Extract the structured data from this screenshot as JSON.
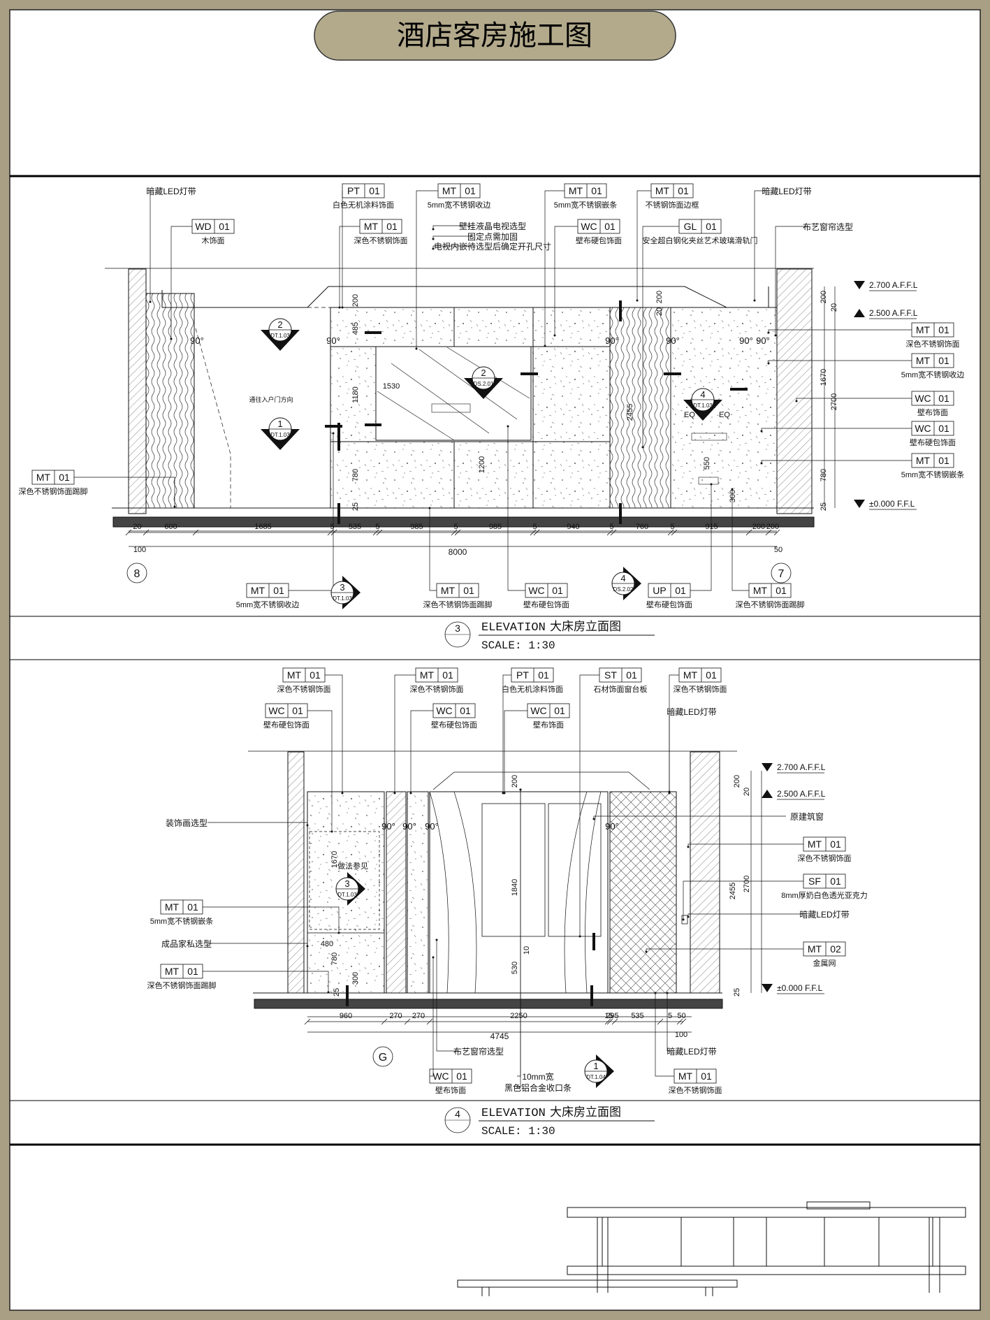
{
  "sheet_title": "酒店客房施工图",
  "elevation3": {
    "callouts": [
      {
        "code": "",
        "num": "",
        "text": "暗藏LED灯带"
      },
      {
        "code": "WD",
        "num": "01",
        "text": "木饰面"
      },
      {
        "code": "PT",
        "num": "01",
        "text": "白色无机涂料饰面"
      },
      {
        "code": "MT",
        "num": "01",
        "text": "深色不锈钢饰面"
      },
      {
        "code": "MT",
        "num": "01",
        "text": "5mm宽不锈钢收边"
      },
      {
        "code": "",
        "num": "",
        "text": "壁挂液晶电视选型"
      },
      {
        "code": "",
        "num": "",
        "text": "固定点需加固"
      },
      {
        "code": "",
        "num": "",
        "text": "电视内嵌待选型后确定开孔尺寸"
      },
      {
        "code": "MT",
        "num": "01",
        "text": "5mm宽不锈钢嵌条"
      },
      {
        "code": "WC",
        "num": "01",
        "text": "壁布硬包饰面"
      },
      {
        "code": "MT",
        "num": "01",
        "text": "不锈钢饰面边框"
      },
      {
        "code": "GL",
        "num": "01",
        "text": "安全超白钢化夹丝艺术玻璃滑轨门"
      },
      {
        "code": "",
        "num": "",
        "text": "暗藏LED灯带"
      },
      {
        "code": "",
        "num": "",
        "text": "布艺窗帘选型"
      },
      {
        "code": "MT",
        "num": "01",
        "text": "深色不锈钢饰面"
      },
      {
        "code": "MT",
        "num": "01",
        "text": "5mm宽不锈钢收边"
      },
      {
        "code": "WC",
        "num": "01",
        "text": "壁布饰面"
      },
      {
        "code": "WC",
        "num": "01",
        "text": "壁布硬包饰面"
      },
      {
        "code": "MT",
        "num": "01",
        "text": "5mm宽不锈钢嵌条"
      },
      {
        "code": "MT",
        "num": "01",
        "text": "深色不锈钢饰面踢脚"
      },
      {
        "code": "MT",
        "num": "01",
        "text": "5mm宽不锈钢收边"
      },
      {
        "code": "MT",
        "num": "01",
        "text": "深色不锈钢饰面踢脚"
      },
      {
        "code": "WC",
        "num": "01",
        "text": "壁布硬包饰面"
      },
      {
        "code": "UP",
        "num": "01",
        "text": "壁布硬包饰面"
      },
      {
        "code": "MT",
        "num": "01",
        "text": "深色不锈钢饰面踢脚"
      }
    ],
    "levels": [
      "2.700 A.F.F.L",
      "2.500 A.F.F.L",
      "±0.000 F.F.L"
    ],
    "dims_bottom": [
      "20",
      "600",
      "1685",
      "5",
      "535",
      "5",
      "985",
      "5",
      "985",
      "5",
      "940",
      "5",
      "760",
      "5",
      "915",
      "200",
      "200"
    ],
    "dim_100": "100",
    "dim_total": "8000",
    "dim_50": "50",
    "dims_inner": [
      "200",
      "485",
      "1180",
      "780",
      "25",
      "1530",
      "1200",
      "2455",
      "EQ",
      "EQ",
      "550",
      "300",
      "20",
      "200"
    ],
    "dims_right": [
      "200",
      "20",
      "1670",
      "2700",
      "780",
      "25"
    ],
    "angles": [
      "90°",
      "90°",
      "90°",
      "90°",
      "90°",
      "90°"
    ],
    "note_door": "通往入户门方向",
    "grid_left": "8",
    "grid_right": "7",
    "markers": [
      {
        "num": "2",
        "ref": "DT.1.03"
      },
      {
        "num": "1",
        "ref": "DT.1.03"
      },
      {
        "num": "2",
        "ref": "DS.2.01"
      },
      {
        "num": "4",
        "ref": "DT.1.03"
      },
      {
        "num": "3",
        "ref": "DT.1.03"
      },
      {
        "num": "4",
        "ref": "DS.2.02"
      }
    ],
    "title_num": "3",
    "title_en": "ELEVATION",
    "title_cn": "大床房立面图",
    "scale": "SCALE:  1:30"
  },
  "elevation4": {
    "callouts": [
      {
        "code": "MT",
        "num": "01",
        "text": "深色不锈钢饰面"
      },
      {
        "code": "WC",
        "num": "01",
        "text": "壁布硬包饰面"
      },
      {
        "code": "MT",
        "num": "01",
        "text": "深色不锈钢饰面"
      },
      {
        "code": "WC",
        "num": "01",
        "text": "壁布硬包饰面"
      },
      {
        "code": "PT",
        "num": "01",
        "text": "白色无机涂料饰面"
      },
      {
        "code": "WC",
        "num": "01",
        "text": "壁布饰面"
      },
      {
        "code": "ST",
        "num": "01",
        "text": "石材饰面窗台板"
      },
      {
        "code": "MT",
        "num": "01",
        "text": "深色不锈钢饰面"
      },
      {
        "code": "",
        "num": "",
        "text": "暗藏LED灯带"
      },
      {
        "code": "",
        "num": "",
        "text": "装饰画选型"
      },
      {
        "code": "",
        "num": "",
        "text": "原建筑窗"
      },
      {
        "code": "MT",
        "num": "01",
        "text": "深色不锈钢饰面"
      },
      {
        "code": "SF",
        "num": "01",
        "text": "8mm厚奶白色透光亚克力"
      },
      {
        "code": "",
        "num": "",
        "text": "暗藏LED灯带"
      },
      {
        "code": "MT",
        "num": "02",
        "text": "金属网"
      },
      {
        "code": "MT",
        "num": "01",
        "text": "5mm宽不锈钢嵌条"
      },
      {
        "code": "",
        "num": "",
        "text": "成品家私选型"
      },
      {
        "code": "MT",
        "num": "01",
        "text": "深色不锈钢饰面踢脚"
      },
      {
        "code": "",
        "num": "",
        "text": "布艺窗帘选型"
      },
      {
        "code": "WC",
        "num": "01",
        "text": "壁布饰面"
      },
      {
        "code": "",
        "num": "",
        "text": "10mm宽"
      },
      {
        "code": "",
        "num": "",
        "text": "黑色铝合金收口条"
      },
      {
        "code": "",
        "num": "",
        "text": "暗藏LED灯带"
      },
      {
        "code": "MT",
        "num": "01",
        "text": "深色不锈钢饰面"
      }
    ],
    "levels": [
      "2.700 A.F.F.L",
      "2.500 A.F.F.L",
      "±0.000 F.F.L"
    ],
    "dims_bottom": [
      "960",
      "270",
      "270",
      "2250",
      "15",
      "295",
      "535",
      "5",
      "50"
    ],
    "dim_100": "100",
    "dim_total": "4745",
    "dims_inner": [
      "1670",
      "480",
      "780",
      "300",
      "25",
      "200",
      "1840",
      "530",
      "10",
      "2455",
      "2700",
      "200",
      "20",
      "25"
    ],
    "angles": [
      "90°",
      "90°",
      "90°",
      "90°"
    ],
    "note_detail": "做法参见",
    "grid": "G",
    "markers": [
      {
        "num": "3",
        "ref": "DT.1.03"
      },
      {
        "num": "1",
        "ref": "DT.1.04"
      }
    ],
    "title_num": "4",
    "title_en": "ELEVATION",
    "title_cn": "大床房立面图",
    "scale": "SCALE:  1:30"
  },
  "colors": {
    "frame": "#a89f85",
    "title_pill": "#b3aa8c",
    "line": "#111111",
    "floor_slab": "#444444"
  }
}
